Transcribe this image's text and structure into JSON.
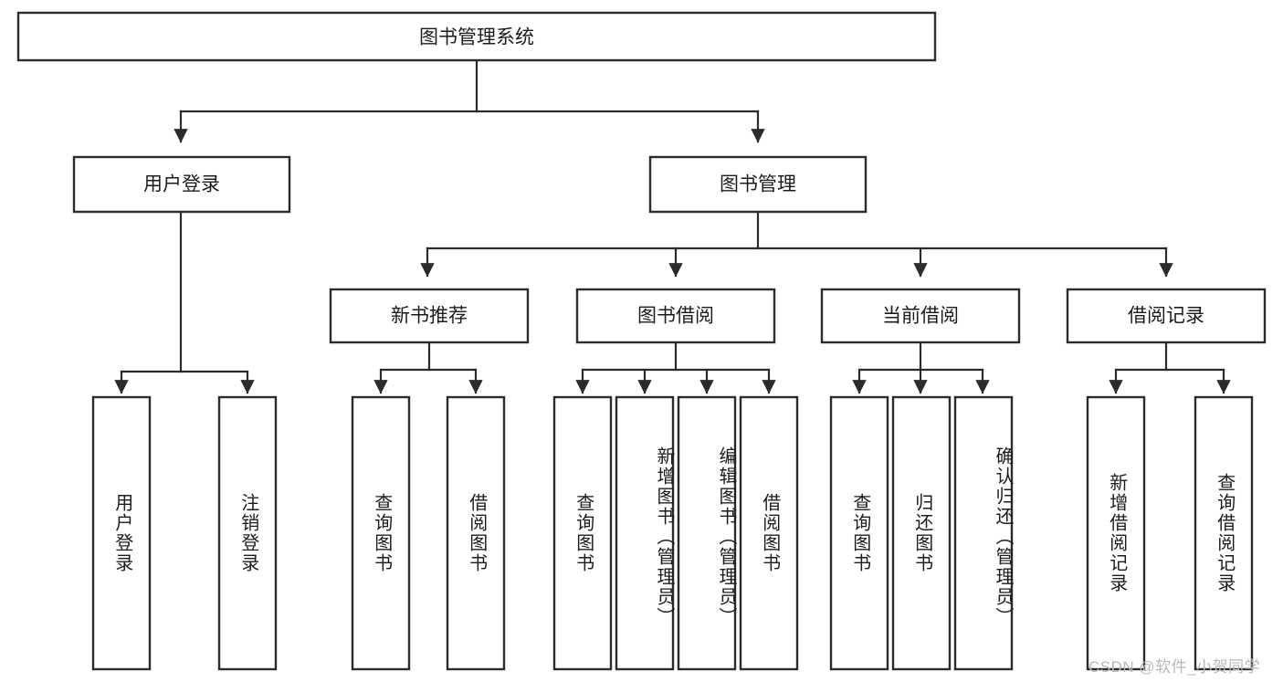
{
  "diagram": {
    "type": "tree",
    "title": "图书管理系统",
    "root": {
      "label": "图书管理系统"
    },
    "level2": [
      {
        "label": "用户登录"
      },
      {
        "label": "图书管理"
      }
    ],
    "level3": [
      {
        "label": "新书推荐"
      },
      {
        "label": "图书借阅"
      },
      {
        "label": "当前借阅"
      },
      {
        "label": "借阅记录"
      }
    ],
    "leaves": {
      "user_login": [
        {
          "label": "用户登录"
        },
        {
          "label": "注销登录"
        }
      ],
      "new_book_recommend": [
        {
          "label": "查询图书"
        },
        {
          "label": "借阅图书"
        }
      ],
      "book_borrow": [
        {
          "label": "查询图书"
        },
        {
          "label": "新增图书（管理员）"
        },
        {
          "label": "编辑图书（管理员）"
        },
        {
          "label": "借阅图书"
        }
      ],
      "current_borrow": [
        {
          "label": "查询图书"
        },
        {
          "label": "归还图书"
        },
        {
          "label": "确认归还（管理员）"
        }
      ],
      "borrow_record": [
        {
          "label": "新增借阅记录"
        },
        {
          "label": "查询借阅记录"
        }
      ]
    }
  },
  "watermark": {
    "text": "CSDN @软件_小贺同学"
  },
  "colors": {
    "stroke": "#2b2b2b",
    "fill": "#ffffff",
    "text": "#1c1c1c",
    "watermark": "#b9b9b9"
  }
}
